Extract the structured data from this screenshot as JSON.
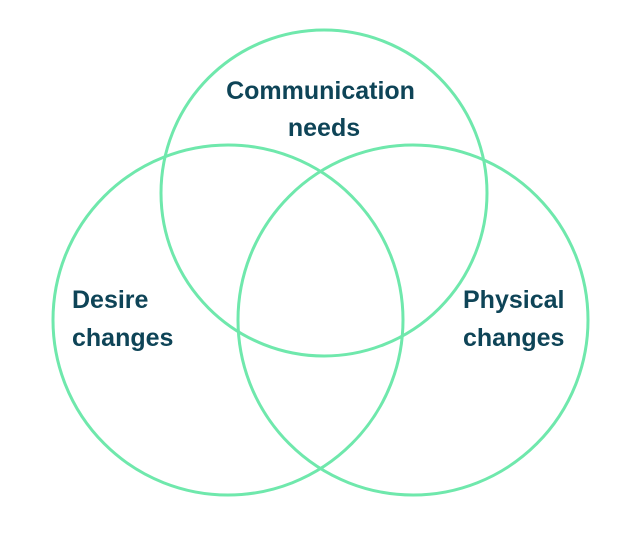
{
  "diagram": {
    "type": "venn",
    "colors": {
      "circle_stroke": "#6fe8ac",
      "label_text": "#0e4457"
    },
    "sets": [
      {
        "id": "communication",
        "label_lines": [
          "Communication",
          "needs"
        ]
      },
      {
        "id": "desire",
        "label_lines": [
          "Desire",
          "changes"
        ]
      },
      {
        "id": "physical",
        "label_lines": [
          "Physical",
          "changes"
        ]
      }
    ]
  }
}
